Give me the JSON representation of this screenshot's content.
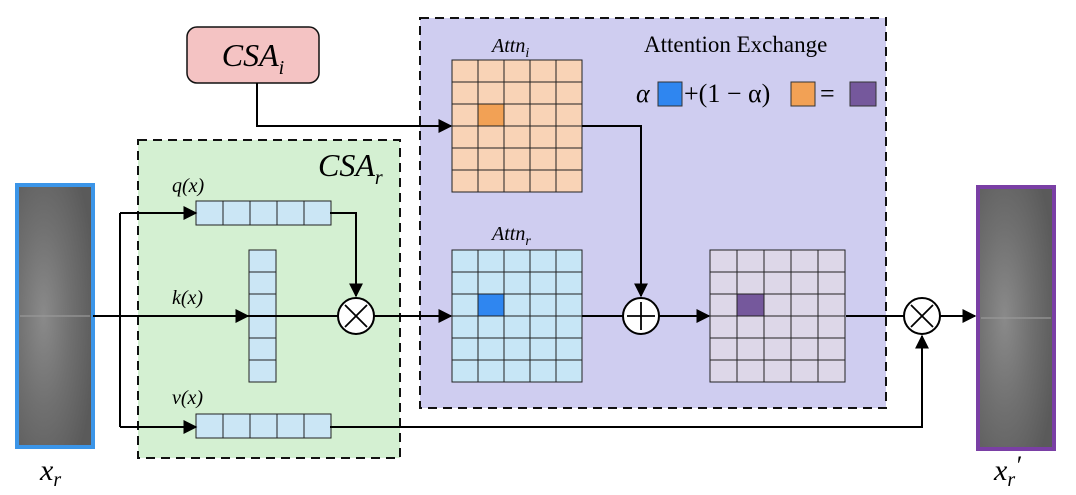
{
  "colors": {
    "csa_i_fill": "#f4c3c3",
    "csa_i_stroke": "#e07a7a",
    "csa_r_region": "#d4f0d2",
    "exchange_region": "#cfcdf0",
    "qkv_cell": "#cbe6f5",
    "attn_i_cell": "#f9d3b6",
    "attn_i_highlight": "#f2a155",
    "attn_r_cell": "#c7e6f6",
    "attn_r_highlight": "#2f86f0",
    "out_cell": "#ddd7e8",
    "out_highlight": "#75589c",
    "input_border": "#3b95e8",
    "output_border": "#7a3fa5",
    "image_fill": "#6f6f6f"
  },
  "labels": {
    "csa_i": {
      "base": "CSA",
      "sub": "i"
    },
    "csa_r": {
      "base": "CSA",
      "sub": "r"
    },
    "attn_i": {
      "base": "Attn",
      "sub": "i"
    },
    "attn_r": {
      "base": "Attn",
      "sub": "r"
    },
    "q": "q(x)",
    "k": "k(x)",
    "v": "v(x)",
    "exchange_title": "Attention Exchange",
    "formula": {
      "alpha": "α",
      "plus_part": "+(1 − α)",
      "eq": "="
    },
    "x_in": {
      "base": "x",
      "sub": "r"
    },
    "x_out": {
      "base": "x",
      "sub": "r",
      "prime": "′"
    },
    "op_multiply": "×",
    "op_add": "+"
  },
  "icons": [
    "multiply-operator",
    "add-operator",
    "arrow-head"
  ]
}
